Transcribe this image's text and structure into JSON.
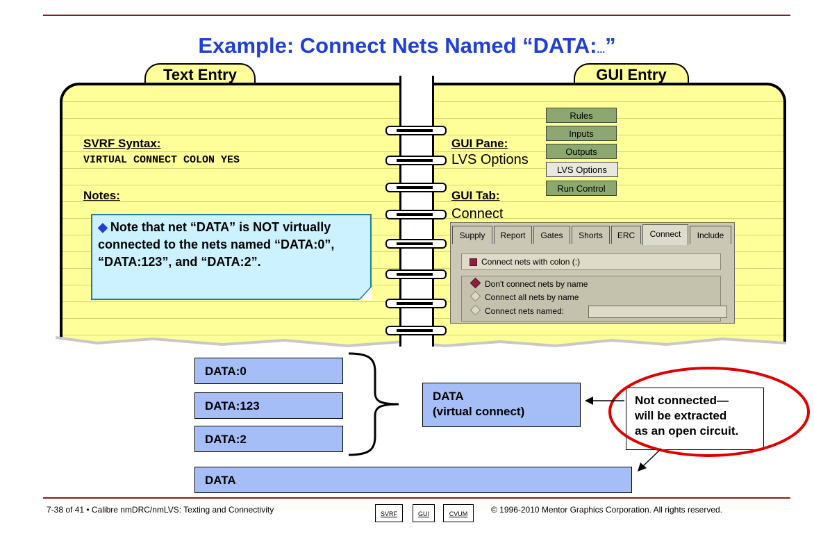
{
  "title_main": "Example: Connect Nets Named “DATA:",
  "title_ellipsis": "...",
  "title_close": "”",
  "tabs": {
    "left": "Text Entry",
    "right": "GUI Entry"
  },
  "left": {
    "svrf_heading": "SVRF Syntax:",
    "svrf_code": "VIRTUAL CONNECT COLON YES",
    "notes_heading": "Notes:",
    "note_text": "Note that net “DATA” is NOT virtually connected to the nets named “DATA:0”, “DATA:123”, and “DATA:2”."
  },
  "right": {
    "pane_heading": "GUI Pane:",
    "pane_value": "LVS Options",
    "tab_heading": "GUI Tab:",
    "tab_value": "Connect"
  },
  "gui_buttons": [
    "Rules",
    "Inputs",
    "Outputs",
    "LVS Options",
    "Run Control"
  ],
  "panel": {
    "tabs": [
      "Supply",
      "Report",
      "Gates",
      "Shorts",
      "ERC",
      "Connect",
      "Include"
    ],
    "checkbox_label": "Connect nets with colon (:)",
    "radio_options": [
      "Don't connect nets by name",
      "Connect all nets by name",
      "Connect nets named:"
    ]
  },
  "diagram": {
    "nets": [
      "DATA:0",
      "DATA:123",
      "DATA:2"
    ],
    "virtual_line1": "DATA",
    "virtual_line2": "(virtual connect)",
    "callout_lines": [
      "Not connected—",
      "will be extracted",
      "as an open circuit."
    ],
    "data_net": "DATA"
  },
  "footer": {
    "left": "7-38 of 41 • Calibre nmDRC/nmLVS: Texting and Connectivity",
    "buttons": [
      "SVRF",
      "GUI",
      "CVUM"
    ],
    "right": "© 1996-2010 Mentor Graphics Corporation. All rights reserved."
  },
  "colors": {
    "title": "#1e3fd8",
    "rule": "#8b1a1a",
    "notebook": "#ffff99",
    "box": "#a6bef7",
    "ellipse": "#e00000"
  }
}
